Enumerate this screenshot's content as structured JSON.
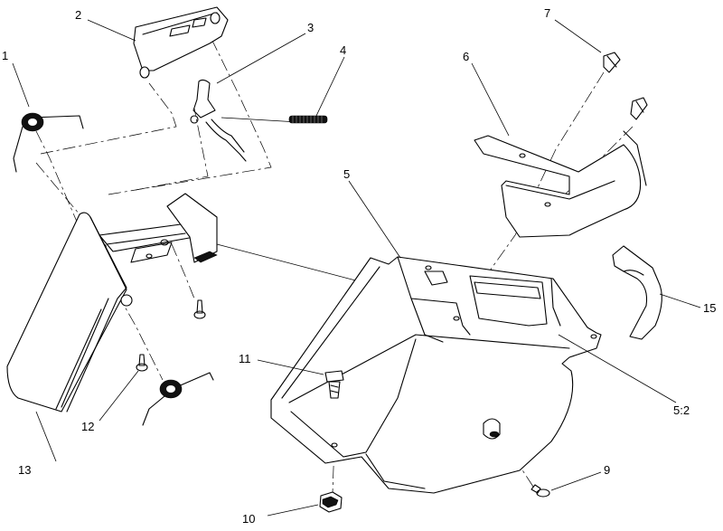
{
  "callouts": [
    {
      "id": "1",
      "label": "1"
    },
    {
      "id": "2",
      "label": "2"
    },
    {
      "id": "3",
      "label": "3"
    },
    {
      "id": "4",
      "label": "4"
    },
    {
      "id": "5",
      "label": "5"
    },
    {
      "id": "6",
      "label": "6"
    },
    {
      "id": "7",
      "label": "7"
    },
    {
      "id": "9",
      "label": "9"
    },
    {
      "id": "10",
      "label": "10"
    },
    {
      "id": "11",
      "label": "11"
    },
    {
      "id": "12",
      "label": "12"
    },
    {
      "id": "13",
      "label": "13"
    },
    {
      "id": "15",
      "label": "15"
    },
    {
      "id": "5-2",
      "label": "5:2"
    }
  ]
}
